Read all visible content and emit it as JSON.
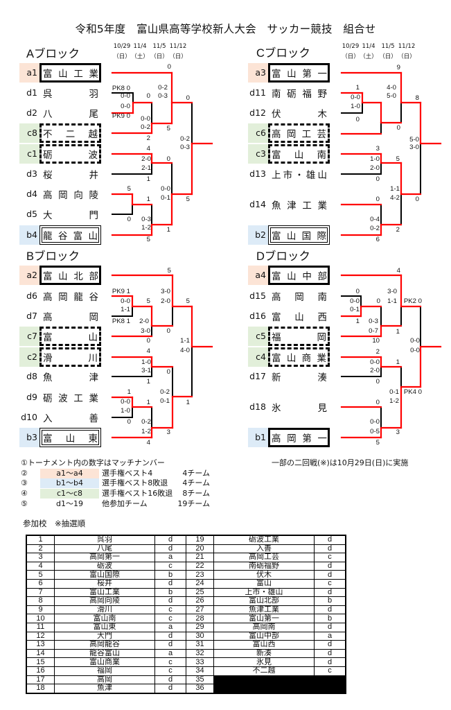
{
  "title": "令和5年度　富山県高等学校新人大会　サッカー競技　組合せ",
  "schedule": {
    "dates": [
      "10/29",
      "11/4",
      "11/5",
      "11/12"
    ],
    "days": [
      "（日）",
      "（土）",
      "（日）",
      "（日）"
    ]
  },
  "colors": {
    "seed_a": "#fce4d6",
    "seed_b": "#ddebf7",
    "seed_c": "#e2efda",
    "win_line": "#ff0000",
    "line": "#000000"
  },
  "blocks": {
    "A": {
      "label": "Aブロック",
      "teams": [
        {
          "code": "a1",
          "name": "富山工業"
        },
        {
          "code": "d1",
          "name": "呉羽"
        },
        {
          "code": "d2",
          "name": "八尾"
        },
        {
          "code": "c8",
          "name": "不二越"
        },
        {
          "code": "c1",
          "name": "砺波"
        },
        {
          "code": "d3",
          "name": "桜井"
        },
        {
          "code": "d4",
          "name": "高岡向陵"
        },
        {
          "code": "d5",
          "name": "大門"
        },
        {
          "code": "b4",
          "name": "龍谷富山"
        }
      ],
      "scores": [
        "0",
        "PK8 0",
        "0-0",
        "0-0",
        "PK9 0",
        "0",
        "0-2",
        "0-3",
        "0-0",
        "0-2",
        "5",
        "0",
        "2",
        "0-2",
        "0-3",
        "4",
        "2-0",
        "2-1",
        "0",
        "1",
        "0-0",
        "0-1",
        "5",
        "5",
        "1",
        "0",
        "0-3",
        "1-2",
        "1",
        "5"
      ]
    },
    "B": {
      "label": "Bブロック",
      "teams": [
        {
          "code": "a2",
          "name": "富山北部"
        },
        {
          "code": "d6",
          "name": "高岡龍谷"
        },
        {
          "code": "d7",
          "name": "高岡"
        },
        {
          "code": "c7",
          "name": "富山"
        },
        {
          "code": "c2",
          "name": "滑川"
        },
        {
          "code": "d8",
          "name": "魚津"
        },
        {
          "code": "d9",
          "name": "砺波工業"
        },
        {
          "code": "d10",
          "name": "入善"
        },
        {
          "code": "b3",
          "name": "富山東"
        }
      ],
      "scores": [
        "5",
        "PK9 1",
        "0-0",
        "1-1",
        "5",
        "3-0",
        "2-0",
        "5",
        "PK8 1",
        "2-0",
        "3-0",
        "0",
        "0",
        "1-1",
        "4-0",
        "4",
        "1-0",
        "3-1",
        "0",
        "1",
        "1",
        "0-2",
        "0-1",
        "0-0",
        "1-0",
        "1",
        "1",
        "0",
        "0-2",
        "1-2",
        "3",
        "4"
      ]
    },
    "C": {
      "label": "Cブロック",
      "teams": [
        {
          "code": "a3",
          "name": "富山第一"
        },
        {
          "code": "d11",
          "name": "南砺福野"
        },
        {
          "code": "d12",
          "name": "伏木"
        },
        {
          "code": "c6",
          "name": "高岡工芸"
        },
        {
          "code": "c3",
          "name": "富山南"
        },
        {
          "code": "d13",
          "name": "上市・雄山"
        },
        {
          "code": "d14",
          "name": "魚津工業"
        },
        {
          "code": "b2",
          "name": "富山国際"
        }
      ],
      "scores": [
        "9",
        "1",
        "0-0",
        "1-0",
        "0",
        "4-0",
        "5-0",
        "8",
        "0",
        "5-0",
        "3-0",
        "3",
        "1-0",
        "2-0",
        "5",
        "0",
        "1-1",
        "4-2",
        "0",
        "0",
        "0-4",
        "0-2",
        "2",
        "6"
      ]
    },
    "D": {
      "label": "Dブロック",
      "teams": [
        {
          "code": "a4",
          "name": "富山中部"
        },
        {
          "code": "d15",
          "name": "高岡南"
        },
        {
          "code": "d16",
          "name": "富山西"
        },
        {
          "code": "c5",
          "name": "福岡"
        },
        {
          "code": "c4",
          "name": "富山商業"
        },
        {
          "code": "d17",
          "name": "新湊"
        },
        {
          "code": "d18",
          "name": "氷見"
        },
        {
          "code": "b1",
          "name": "高岡第一"
        }
      ],
      "scores": [
        "4",
        "0",
        "0-0",
        "0-1",
        "0",
        "3-0",
        "1-1",
        "PK2 0",
        "1",
        "0-3",
        "0-7",
        "1",
        "10",
        "0-0",
        "0-0",
        "2",
        "0-0",
        "2-0",
        "1",
        "0",
        "0-1",
        "1-2",
        "PK4 0",
        "0",
        "0-0",
        "0-5",
        "3",
        "5"
      ]
    }
  },
  "legend": {
    "note1": "①トーナメント内の数字はマッチナンバー",
    "rows": [
      {
        "num": "②",
        "range": "a1～a4",
        "desc": "選手権ベスト4",
        "count": "4チーム",
        "seed": "a"
      },
      {
        "num": "③",
        "range": "b1～b4",
        "desc": "選手権ベスト8敗退",
        "count": "4チーム",
        "seed": "b"
      },
      {
        "num": "④",
        "range": "c1～c8",
        "desc": "選手権ベスト16敗退",
        "count": "8チーム",
        "seed": "c"
      },
      {
        "num": "⑤",
        "range": "d1～19",
        "desc": "他参加チーム",
        "count": "19チーム",
        "seed": ""
      }
    ]
  },
  "note": "一部の二回戦(※)は10月29日(日)に実施",
  "participants": {
    "heading": "参加校　※抽選順",
    "rows": [
      [
        "1",
        "呉羽",
        "d",
        "19",
        "砺波工業",
        "d"
      ],
      [
        "2",
        "八尾",
        "d",
        "20",
        "入善",
        "d"
      ],
      [
        "3",
        "高岡第一",
        "a",
        "21",
        "高岡工芸",
        "c"
      ],
      [
        "4",
        "砺波",
        "c",
        "22",
        "南砺福野",
        "d"
      ],
      [
        "5",
        "富山国際",
        "b",
        "23",
        "伏木",
        "d"
      ],
      [
        "6",
        "桜井",
        "d",
        "24",
        "富山",
        "c"
      ],
      [
        "7",
        "富山工業",
        "b",
        "25",
        "上市・雄山",
        "d"
      ],
      [
        "8",
        "高岡向陵",
        "d",
        "26",
        "富山北部",
        "b"
      ],
      [
        "9",
        "滑川",
        "c",
        "27",
        "魚津工業",
        "d"
      ],
      [
        "10",
        "富山南",
        "c",
        "28",
        "富山第一",
        "b"
      ],
      [
        "11",
        "富山東",
        "a",
        "29",
        "高岡南",
        "d"
      ],
      [
        "12",
        "大門",
        "d",
        "30",
        "富山中部",
        "a"
      ],
      [
        "13",
        "高岡龍谷",
        "d",
        "31",
        "富山西",
        "d"
      ],
      [
        "14",
        "龍谷富山",
        "a",
        "32",
        "新湊",
        "d"
      ],
      [
        "15",
        "富山商業",
        "c",
        "33",
        "氷見",
        "d"
      ],
      [
        "16",
        "福岡",
        "c",
        "34",
        "不二越",
        "c"
      ],
      [
        "17",
        "高岡",
        "d",
        "35",
        null,
        null
      ],
      [
        "18",
        "魚津",
        "d",
        "36",
        null,
        null
      ]
    ]
  }
}
